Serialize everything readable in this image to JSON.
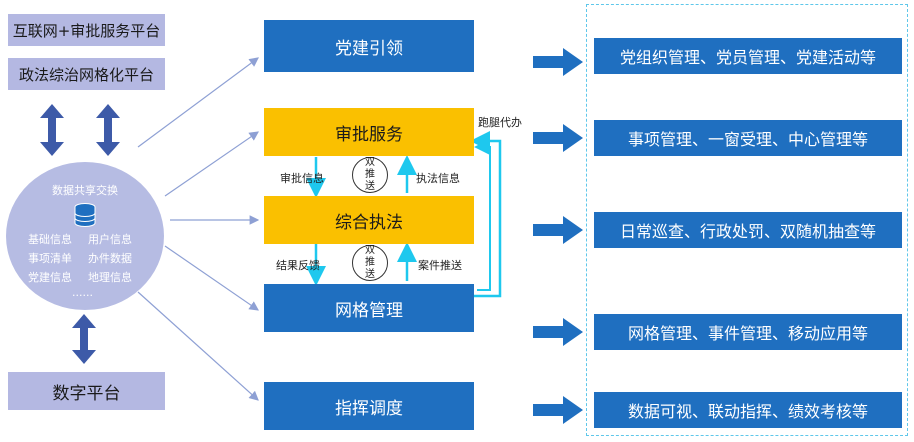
{
  "left": {
    "platform1": "互联网+审批服务平台",
    "platform2": "政法综治网格化平台",
    "hub_title": "数据共享交换",
    "hub_items": [
      "基础信息",
      "用户信息",
      "事项清单",
      "办件数据",
      "党建信息",
      "地理信息"
    ],
    "hub_more": "......",
    "digital": "数字平台"
  },
  "center": {
    "party": "党建引领",
    "approval": "审批服务",
    "enforcement": "综合执法",
    "grid": "网格管理",
    "command": "指挥调度",
    "approval_info": "审批信息",
    "enforce_info": "执法信息",
    "feedback": "结果反馈",
    "case_push": "案件推送",
    "errand": "跑腿代办",
    "dual_push": [
      "双",
      "推",
      "送"
    ]
  },
  "right": {
    "items": [
      "党组织管理、党员管理、党建活动等",
      "事项管理、一窗受理、中心管理等",
      "日常巡查、行政处罚、双随机抽查等",
      "网格管理、事件管理、移动应用等",
      "数据可视、联动指挥、绩效考核等"
    ]
  },
  "colors": {
    "blue": "#1f6fc0",
    "gold": "#fac000",
    "lavender": "#b4b8e2",
    "cyan": "#1ec8ee",
    "dashed": "#5fc7ea"
  }
}
